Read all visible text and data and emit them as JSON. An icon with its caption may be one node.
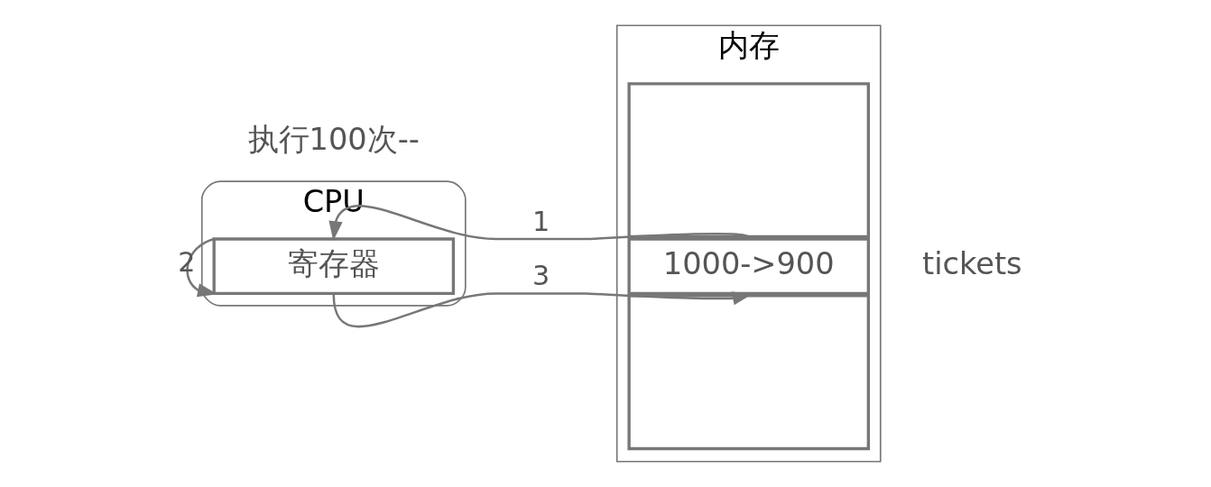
{
  "diagram": {
    "nodes": [
      {
        "text": [
          "CPU"
        ]
      },
      {
        "text": [
          "寄存器"
        ],
        "in": 0
      },
      {
        "text": [
          "内存"
        ]
      },
      {
        "text": [],
        "shape": "box",
        "in": 2
      },
      {
        "text": [
          "1000->900"
        ],
        "beside": [
          "tickets"
        ],
        "in": 2
      },
      {
        "text": [],
        "shape": "box",
        "in": 2
      }
    ],
    "edges": [
      {
        "from": 4,
        "to": 1,
        "arrow": "to",
        "label": "1"
      },
      {
        "from": 1,
        "to": 1,
        "arrow": "to",
        "label": "2"
      },
      {
        "from": 1,
        "to": 4,
        "arrow": "to",
        "label": "3"
      }
    ],
    "labels": [
      "执行100次--"
    ]
  }
}
